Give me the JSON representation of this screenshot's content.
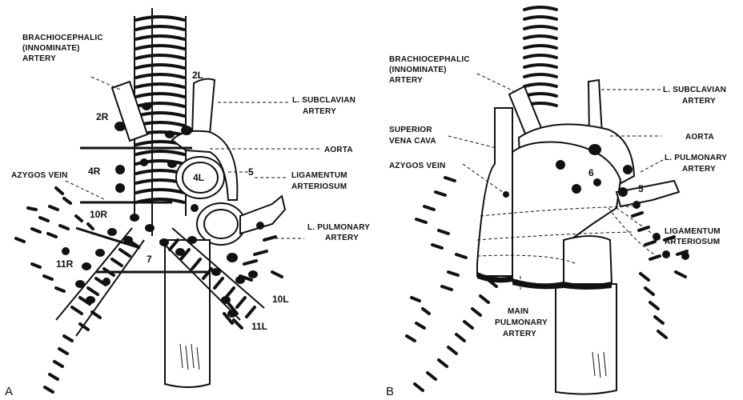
{
  "panel_a": {
    "letter": "A",
    "labels": {
      "brachiocephalic": [
        "BRACHIOCEPHALIC",
        "(INNOMINATE)",
        "ARTERY"
      ],
      "subclavian": [
        "L. SUBCLAVIAN",
        "ARTERY"
      ],
      "aorta": "AORTA",
      "azygos": "AZYGOS VEIN",
      "ligamentum": [
        "LIGAMENTUM",
        "ARTERIOSUM"
      ],
      "pulmonary": [
        "L. PULMONARY",
        "ARTERY"
      ]
    },
    "stations": {
      "s2L": "2L",
      "s2R": "2R",
      "s4R": "4R",
      "s4L": "4L",
      "s5": "5",
      "s10R": "10R",
      "s11R": "11R",
      "s7": "7",
      "s10L": "10L",
      "s11L": "11L"
    }
  },
  "panel_b": {
    "letter": "B",
    "labels": {
      "brachiocephalic": [
        "BRACHIOCEPHALIC",
        "(INNOMINATE)",
        "ARTERY"
      ],
      "subclavian": [
        "L. SUBCLAVIAN",
        "ARTERY"
      ],
      "svc": [
        "SUPERIOR",
        "VENA CAVA"
      ],
      "aorta": "AORTA",
      "azygos": "AZYGOS VEIN",
      "pulmonary": [
        "L. PULMONARY",
        "ARTERY"
      ],
      "ligamentum": [
        "LIGAMENTUM",
        "ARTERIOSUM"
      ],
      "main_pulmonary": [
        "MAIN",
        "PULMONARY",
        "ARTERY"
      ]
    },
    "stations": {
      "s6": "6",
      "s5": "5"
    }
  }
}
